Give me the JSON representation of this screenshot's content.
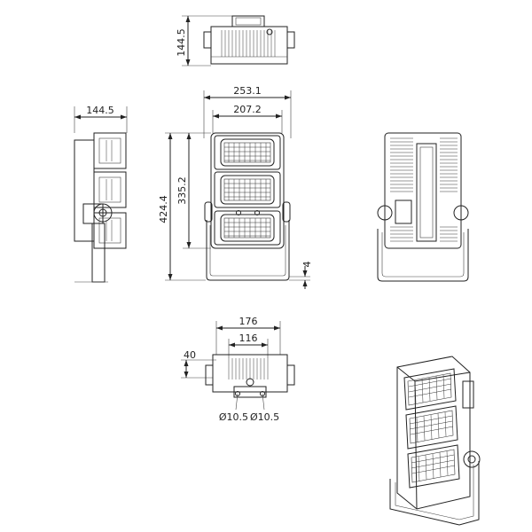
{
  "dimensions": {
    "top_height": "144.5",
    "front_outer_width": "253.1",
    "front_inner_width": "207.2",
    "front_total_height": "424.4",
    "front_body_height": "335.2",
    "bracket_gap": "4",
    "side_depth": "144.5",
    "bottom_outer_width": "176",
    "bottom_inner_width": "116",
    "bottom_depth": "40",
    "hole_diameter_left": "Ø10.5",
    "hole_diameter_right": "Ø10.5"
  }
}
